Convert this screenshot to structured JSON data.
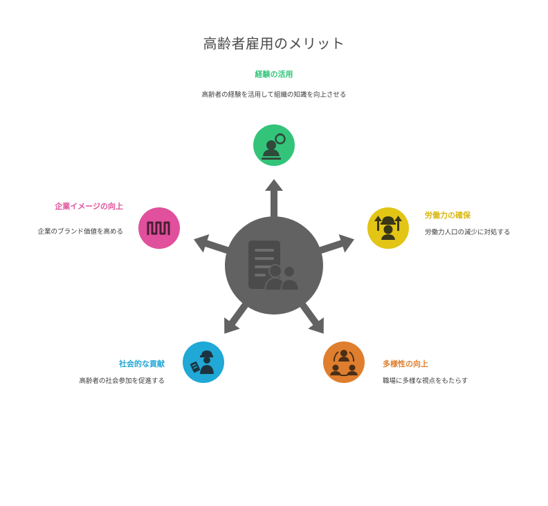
{
  "title": "高齢者雇用のメリット",
  "colors": {
    "hub": "#626262",
    "arrow": "#626262",
    "experience": "#33c47a",
    "labor": "#e2c515",
    "diversity": "#df7e2e",
    "social": "#20a8d6",
    "image": "#e0509c"
  },
  "nodes": {
    "experience": {
      "label": "経験の活用",
      "description": "高齢者の経験を活用して組織の知識を向上させる",
      "icon": "elder-person-icon"
    },
    "labor": {
      "label": "労働力の確保",
      "description": "労働力人口の減少に対処する",
      "icon": "worker-helmet-arrows-icon"
    },
    "diversity": {
      "label": "多様性の向上",
      "description": "職場に多様な視点をもたらす",
      "icon": "people-network-icon"
    },
    "social": {
      "label": "社会的な貢献",
      "description": "高齢者の社会参加を促進する",
      "icon": "worker-contribution-icon"
    },
    "image": {
      "label": "企業イメージの向上",
      "description": "企業のブランド価値を高める",
      "icon": "wave-brand-icon"
    }
  },
  "hub": {
    "icon": "building-people-icon"
  }
}
